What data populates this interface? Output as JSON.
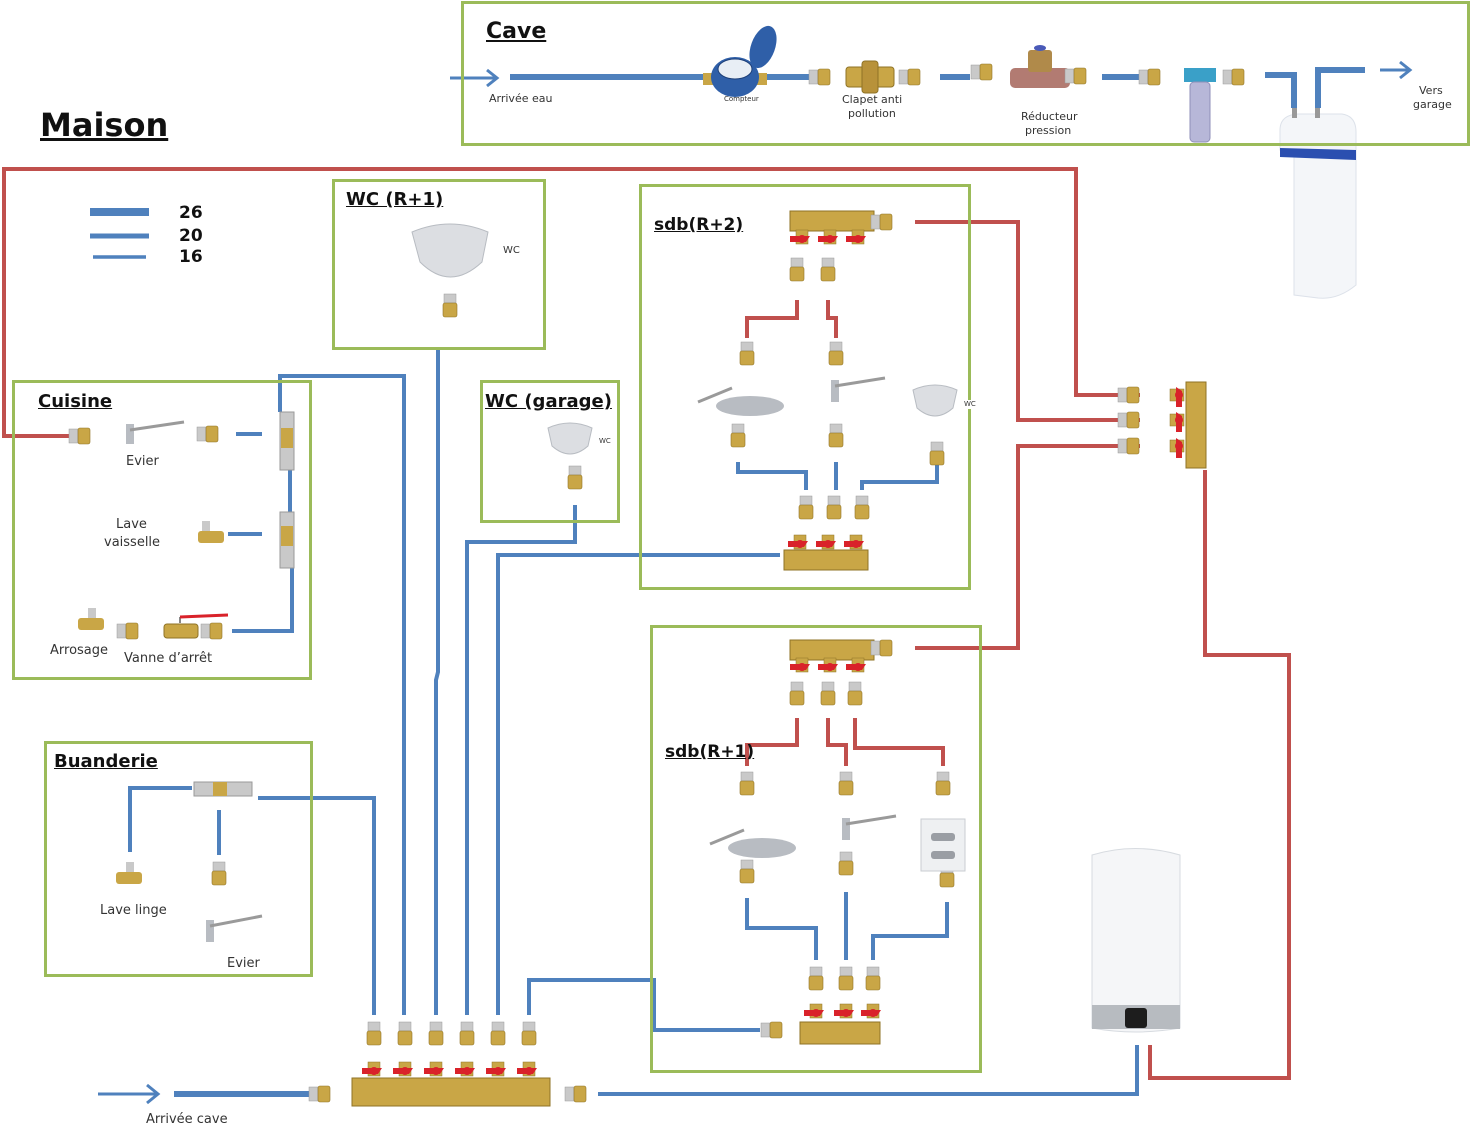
{
  "colors": {
    "cold_pipe": "#4f81bd",
    "hot_pipe": "#c0504d",
    "room_border": "#9bbb59",
    "brass": "#c9a646",
    "valve_handle": "#d9222a",
    "chrome": "#c8c8c8"
  },
  "house": {
    "title": "Maison"
  },
  "legend": {
    "title": "Pipe diameters",
    "items": [
      {
        "label": "26",
        "diameter_mm": 26
      },
      {
        "label": "20",
        "diameter_mm": 20
      },
      {
        "label": "16",
        "diameter_mm": 16
      }
    ]
  },
  "cave": {
    "title": "Cave",
    "inlet_label": "Arrivée eau",
    "components": [
      {
        "id": "meter",
        "label": "Compteur",
        "icon": "water-meter-icon"
      },
      {
        "id": "backflow",
        "label": "Clapet anti pollution",
        "label_lines": [
          "Clapet anti",
          "pollution"
        ],
        "icon": "check-valve-icon"
      },
      {
        "id": "reducer",
        "label": "Réducteur pression",
        "label_lines": [
          "Réducteur",
          "pression"
        ],
        "icon": "pressure-reducer-icon"
      },
      {
        "id": "filter",
        "label": "",
        "icon": "water-filter-icon"
      },
      {
        "id": "softener",
        "label": "",
        "icon": "water-softener-icon"
      }
    ],
    "outlet_label": "Vers garage",
    "outlet_label_lines": [
      "Vers",
      "garage"
    ]
  },
  "rooms": {
    "cuisine": {
      "title": "Cuisine",
      "fixtures": [
        {
          "label": "Evier",
          "icon": "kitchen-faucet-icon"
        },
        {
          "label": "Lave vaisselle",
          "label_lines": [
            "Lave",
            "vaisselle"
          ],
          "icon": "appliance-valve-icon"
        },
        {
          "label": "Arrosage",
          "icon": "garden-tap-icon"
        },
        {
          "label": "Vanne d’arrêt",
          "icon": "stop-valve-icon"
        }
      ]
    },
    "wc_r1": {
      "title": "WC (R+1)",
      "fixtures": [
        {
          "label": "WC",
          "icon": "toilet-icon"
        }
      ]
    },
    "wc_garage": {
      "title": "WC (garage)",
      "fixtures": [
        {
          "label": "WC",
          "icon": "toilet-icon"
        }
      ]
    },
    "sdb_r2": {
      "title": "sdb(R+2)",
      "fixtures": [
        {
          "label": "",
          "icon": "shower-head-icon"
        },
        {
          "label": "",
          "icon": "basin-faucet-icon"
        },
        {
          "label": "WC",
          "icon": "toilet-icon"
        }
      ]
    },
    "sdb_r1": {
      "title": "sdb(R+1)",
      "fixtures": [
        {
          "label": "",
          "icon": "shower-head-icon"
        },
        {
          "label": "",
          "icon": "basin-faucet-icon"
        },
        {
          "label": "",
          "icon": "thermostatic-mixer-icon"
        }
      ]
    },
    "buanderie": {
      "title": "Buanderie",
      "fixtures": [
        {
          "label": "Lave linge",
          "icon": "washing-machine-valve-icon"
        },
        {
          "label": "Evier",
          "icon": "kitchen-faucet-icon"
        }
      ]
    }
  },
  "main_manifold": {
    "inlet_label": "Arrivée cave",
    "outlets": 6,
    "icon": "cold-water-manifold-icon"
  },
  "hot_manifold": {
    "outlets": 3,
    "icon": "hot-water-manifold-icon"
  },
  "water_heater": {
    "label": "",
    "icon": "water-heater-icon"
  }
}
